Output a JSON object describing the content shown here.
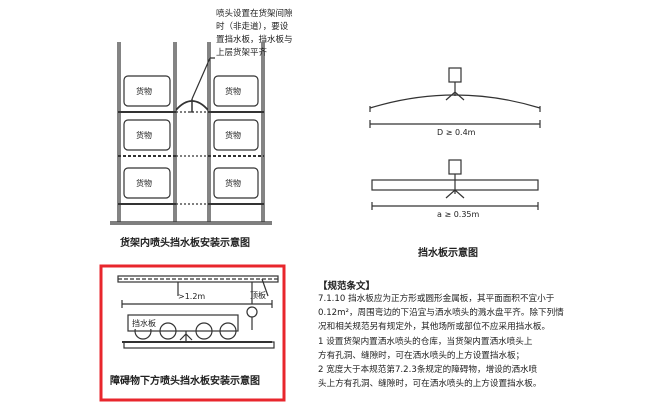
{
  "top_left": {
    "callout": [
      "喷头设置在货架间隙",
      "时（非走道），要设",
      "置挡水板，挡水板与",
      "上层货架平齐"
    ],
    "box_label": "货物",
    "caption": "货架内喷头挡水板安装示意图"
  },
  "top_right": {
    "dim_top": "D ≥ 0.4m",
    "dim_bottom": "a ≥ 0.35m",
    "caption": "挡水板示意图"
  },
  "bottom_left": {
    "dim": ">1.2m",
    "board_label": "挡水板",
    "ceiling_label": "顶板",
    "caption": "障碍物下方喷头挡水板安装示意图",
    "highlight_color": "#e8262c"
  },
  "spec": {
    "title": "【规范条文】",
    "lines": [
      "7.1.10  挡水板应为正方形或圆形金属板，其平面面积不宜小于",
      "0.12m²，周围弯边的下沿宜与洒水喷头的溅水盘平齐。除下列情",
      "况和相关规范另有规定外，其他场所或部位不应采用挡水板。",
      "    1  设置货架内置洒水喷头的仓库，当货架内置洒水喷头上",
      "方有孔洞、缝隙时，可在洒水喷头的上方设置挡水板；",
      "    2  宽度大于本规范第7.2.3条规定的障碍物，增设的洒水喷",
      "头上方有孔洞、缝隙时，可在洒水喷头的上方设置挡水板。"
    ]
  }
}
